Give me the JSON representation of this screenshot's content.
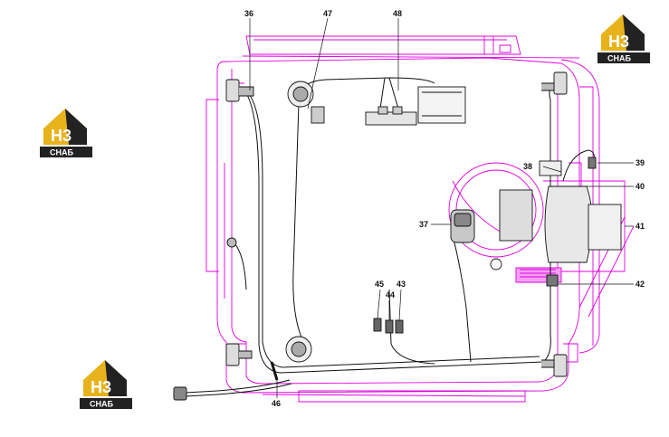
{
  "logo": {
    "mark": "H3",
    "word": "CHAБ"
  },
  "colors": {
    "frame": "#e000e0",
    "line": "#111111",
    "logo_gold": "#e8b21a",
    "logo_dark": "#222222"
  },
  "callouts": [
    {
      "id": "c36",
      "label": "36"
    },
    {
      "id": "c47",
      "label": "47"
    },
    {
      "id": "c48",
      "label": "48"
    },
    {
      "id": "c39",
      "label": "39"
    },
    {
      "id": "c38",
      "label": "38"
    },
    {
      "id": "c40",
      "label": "40"
    },
    {
      "id": "c37",
      "label": "37"
    },
    {
      "id": "c41",
      "label": "41"
    },
    {
      "id": "c45",
      "label": "45"
    },
    {
      "id": "c44",
      "label": "44"
    },
    {
      "id": "c43",
      "label": "43"
    },
    {
      "id": "c42",
      "label": "42"
    },
    {
      "id": "c46",
      "label": "46"
    }
  ]
}
